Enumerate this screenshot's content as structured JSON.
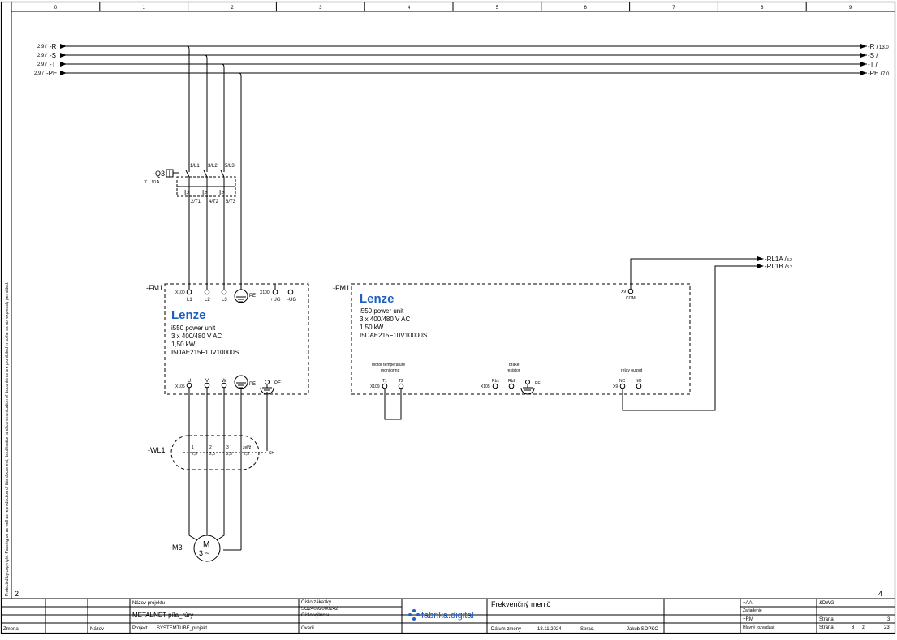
{
  "column_numbers": [
    "0",
    "1",
    "2",
    "3",
    "4",
    "5",
    "6",
    "7",
    "8",
    "9"
  ],
  "side_note": "Protected by copyright. Passing on as well as reproduction of this document, its utilisation and communication of its contents are prohibited in so far as not expressly permitted.",
  "page_prev": "2",
  "page_next": "4",
  "buses_left": [
    {
      "ref": "2.9 / ",
      "label": "-R"
    },
    {
      "ref": "2.9 / ",
      "label": "-S"
    },
    {
      "ref": "2.9 / ",
      "label": "-T"
    },
    {
      "ref": "2.9 / ",
      "label": "-PE"
    }
  ],
  "buses_right": [
    {
      "label": "-R /",
      "ref": "13.0"
    },
    {
      "label": "-S /",
      "ref": ""
    },
    {
      "label": "-T /",
      "ref": ""
    },
    {
      "label": "-PE /",
      "ref": "7.0"
    }
  ],
  "breaker": {
    "tag": "-Q3",
    "range": "7....10 A",
    "top_terms": [
      "1/L1",
      "3/L2",
      "5/L3"
    ],
    "bottom_terms": [
      "2/T1",
      "4/T2",
      "6/T3"
    ],
    "trip_symbol": "I>"
  },
  "fm1_left": {
    "tag": "-FM1",
    "brand": "Lenze",
    "lines": [
      "i550 power unit",
      "3 x 400/480 V AC",
      "1,50 kW",
      "I5DAE215F10V10000S"
    ],
    "top_terms": [
      {
        "sup": "X100",
        "label": "L1"
      },
      {
        "sup": "",
        "label": "L2"
      },
      {
        "sup": "",
        "label": "L3"
      },
      {
        "sup": "",
        "label": "PE"
      },
      {
        "sup": "X100",
        "label": "+UG"
      },
      {
        "sup": "",
        "label": "-UG"
      }
    ],
    "bottom_terms": [
      {
        "sup": "X105",
        "label": "U"
      },
      {
        "sup": "",
        "label": "V"
      },
      {
        "sup": "",
        "label": "W"
      },
      {
        "sup": "",
        "label": "PE"
      },
      {
        "sup": "",
        "label": "PE"
      }
    ]
  },
  "fm1_right": {
    "tag": "-FM1",
    "brand": "Lenze",
    "lines": [
      "i550 power unit",
      "3 x 400/480 V AC",
      "1,50 kW",
      "I5DAE215F10V10000S"
    ],
    "top_term": {
      "sup": "X9",
      "label": "COM"
    },
    "group_motor": [
      "motor temperature",
      "monitoring"
    ],
    "group_brake": [
      "brake",
      "resistor"
    ],
    "group_relay": "relay output",
    "terms_motor": [
      {
        "sup": "X109",
        "label": "T1"
      },
      {
        "sup": "",
        "label": "T2"
      }
    ],
    "terms_brake": [
      {
        "sup": "X105",
        "label": "Rb1"
      },
      {
        "sup": "",
        "label": "Rb2"
      },
      {
        "sup": "",
        "label": "PE"
      }
    ],
    "terms_relay": [
      {
        "sup": "X9",
        "label": "NC"
      },
      {
        "sup": "",
        "label": "NO"
      }
    ]
  },
  "relay_outputs": [
    {
      "label": "-RL1A /",
      "ref": "8.2"
    },
    {
      "label": "-RL1B /",
      "ref": "8.2"
    }
  ],
  "cable": {
    "tag": "-WL1",
    "cores": [
      {
        "top": "1",
        "bot": "2,5"
      },
      {
        "top": "2",
        "bot": "2,5"
      },
      {
        "top": "3",
        "bot": "2,5"
      },
      {
        "top": "zel/ž",
        "bot": "2,5"
      }
    ],
    "shield": "SH"
  },
  "motor": {
    "tag": "-M3",
    "symbol": "M",
    "phase": "3 ~"
  },
  "title_block": {
    "zmena": "Zmena",
    "nazov": "Názov",
    "projekt": "Projekt",
    "nazov_projektu_label": "Názov projektu",
    "project_name": "METALNET píla_rúry",
    "project_file": "SYSTEMTUBE_projekt",
    "cislo_zakazky_label": "Číslo zákazky",
    "cislo_zakazky": "SO24092000242",
    "cislo_vykresu_label": "Číslo výkresu",
    "overil": "Overil",
    "logo": "fabrika.digital",
    "drawing_title": "Frekvenčný menič",
    "datum_label": "Dátum zmeny",
    "datum": "18.11.2024",
    "sprac_label": "Sprac.",
    "author": "Jakub SOPKO",
    "aa": "=AA",
    "zariadenie": "Zariadenie",
    "rm": "+RM",
    "hlavny": "Hlavný rozvádzač",
    "bdwg": "&DWG",
    "strana": "Strana",
    "strana_val": "3",
    "strana2": "Strana",
    "page": "8",
    "z": "z",
    "total": "23"
  }
}
